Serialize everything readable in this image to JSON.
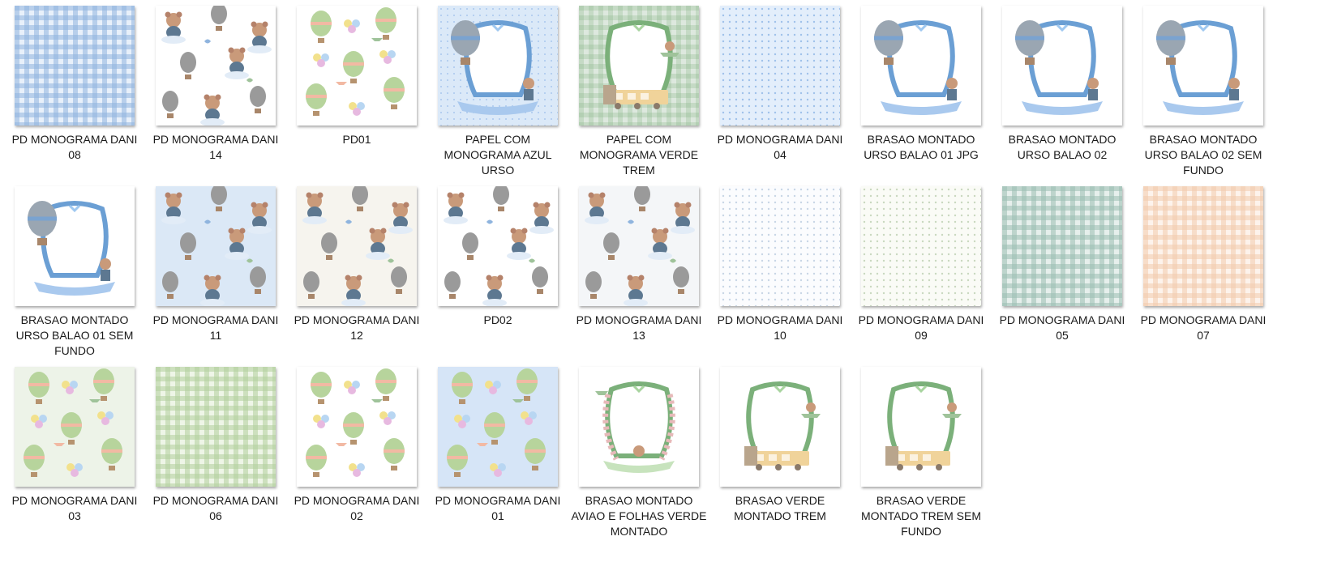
{
  "items": [
    {
      "label": "PD MONOGRAMA DANI 08",
      "pattern": "gingham",
      "color": "#8fb4de",
      "bg": "#e8f0fa"
    },
    {
      "label": "PD MONOGRAMA DANI 14",
      "pattern": "bears",
      "color": "#8fb4de",
      "bg": "#ffffff"
    },
    {
      "label": "PD01",
      "pattern": "balloons",
      "color": "#9fc39a",
      "bg": "#ffffff"
    },
    {
      "label": "PAPEL COM MONOGRAMA AZUL URSO",
      "pattern": "frame-blue",
      "color": "#6b9fd4",
      "bg": "#dbe9f8"
    },
    {
      "label": "PAPEL COM MONOGRAMA VERDE TREM",
      "pattern": "frame-green",
      "color": "#7bb07a",
      "bg": "#dde8de"
    },
    {
      "label": "PD MONOGRAMA DANI 04",
      "pattern": "dots",
      "color": "#9fc1ea",
      "bg": "#e3eefb"
    },
    {
      "label": "BRASAO MONTADO URSO BALAO 01 JPG",
      "pattern": "frame-blue",
      "color": "#6b9fd4",
      "bg": "#ffffff"
    },
    {
      "label": "BRASAO MONTADO URSO BALAO 02",
      "pattern": "frame-blue",
      "color": "#6b9fd4",
      "bg": "#ffffff"
    },
    {
      "label": "BRASAO MONTADO URSO BALAO 02 SEM FUNDO",
      "pattern": "frame-blue",
      "color": "#6b9fd4",
      "bg": "#ffffff"
    },
    {
      "label": "BRASAO MONTADO URSO BALAO 01 SEM FUNDO",
      "pattern": "frame-blue",
      "color": "#6b9fd4",
      "bg": "#ffffff"
    },
    {
      "label": "PD MONOGRAMA DANI 11",
      "pattern": "bears",
      "color": "#8fb4de",
      "bg": "#dbe8f6"
    },
    {
      "label": "PD MONOGRAMA DANI 12",
      "pattern": "bears",
      "color": "#8fb4de",
      "bg": "#f6f4ee"
    },
    {
      "label": "PD02",
      "pattern": "bears",
      "color": "#8fb4de",
      "bg": "#ffffff"
    },
    {
      "label": "PD MONOGRAMA DANI 13",
      "pattern": "bears",
      "color": "#8fb4de",
      "bg": "#f4f6f8"
    },
    {
      "label": "PD MONOGRAMA DANI 10",
      "pattern": "dots",
      "color": "#c8d6e6",
      "bg": "#fbfcfe"
    },
    {
      "label": "PD MONOGRAMA DANI 09",
      "pattern": "dots",
      "color": "#c9d8bf",
      "bg": "#fafbf6"
    },
    {
      "label": "PD MONOGRAMA DANI 05",
      "pattern": "gingham",
      "color": "#9bbdb3",
      "bg": "#e6efec"
    },
    {
      "label": "PD MONOGRAMA DANI 07",
      "pattern": "gingham",
      "color": "#f2c9ad",
      "bg": "#fdf3ec"
    },
    {
      "label": "PD MONOGRAMA DANI 03",
      "pattern": "balloons",
      "color": "#9fc39a",
      "bg": "#edf3e8"
    },
    {
      "label": "PD MONOGRAMA DANI 06",
      "pattern": "gingham",
      "color": "#b3cf9c",
      "bg": "#eef5e7"
    },
    {
      "label": "PD MONOGRAMA DANI 02",
      "pattern": "balloons",
      "color": "#9fc39a",
      "bg": "#ffffff"
    },
    {
      "label": "PD MONOGRAMA DANI 01",
      "pattern": "balloons",
      "color": "#9fc39a",
      "bg": "#d6e5f7"
    },
    {
      "label": "BRASAO MONTADO AVIAO E FOLHAS VERDE MONTADO",
      "pattern": "frame-wreath",
      "color": "#7bb07a",
      "bg": "#ffffff"
    },
    {
      "label": "BRASAO VERDE MONTADO TREM",
      "pattern": "frame-green",
      "color": "#7bb07a",
      "bg": "#ffffff"
    },
    {
      "label": "BRASAO VERDE MONTADO TREM SEM FUNDO",
      "pattern": "frame-green",
      "color": "#7bb07a",
      "bg": "#ffffff"
    }
  ]
}
